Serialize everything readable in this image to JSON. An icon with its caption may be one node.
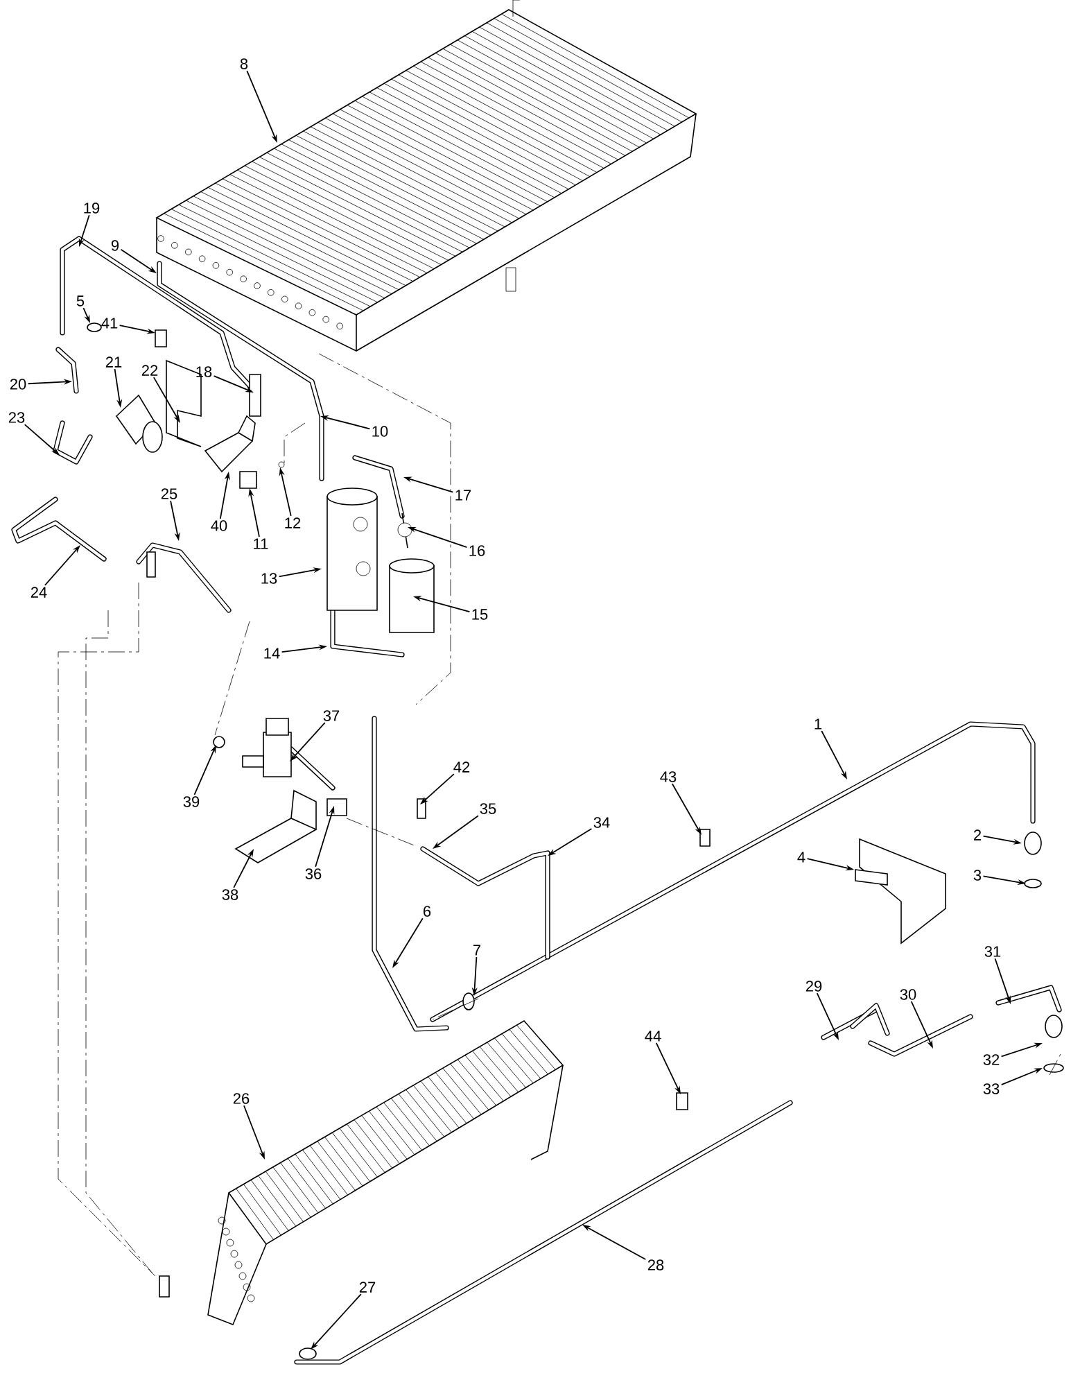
{
  "diagram": {
    "nodes": [
      {
        "text": [
          "8"
        ]
      },
      {
        "text": [
          "19"
        ]
      },
      {
        "text": [
          "9"
        ]
      },
      {
        "text": [
          "5"
        ]
      },
      {
        "text": [
          "41"
        ]
      },
      {
        "text": [
          "21"
        ]
      },
      {
        "text": [
          "20"
        ]
      },
      {
        "text": [
          "22"
        ]
      },
      {
        "text": [
          "18"
        ]
      },
      {
        "text": [
          "23"
        ]
      },
      {
        "text": [
          "10"
        ]
      },
      {
        "text": [
          "40"
        ]
      },
      {
        "text": [
          "11"
        ]
      },
      {
        "text": [
          "12"
        ]
      },
      {
        "text": [
          "17"
        ]
      },
      {
        "text": [
          "25"
        ]
      },
      {
        "text": [
          "13"
        ]
      },
      {
        "text": [
          "16"
        ]
      },
      {
        "text": [
          "24"
        ]
      },
      {
        "text": [
          "15"
        ]
      },
      {
        "text": [
          "14"
        ]
      },
      {
        "text": [
          "37"
        ]
      },
      {
        "text": [
          "39"
        ]
      },
      {
        "text": [
          "42"
        ]
      },
      {
        "text": [
          "1"
        ]
      },
      {
        "text": [
          "43"
        ]
      },
      {
        "text": [
          "35"
        ]
      },
      {
        "text": [
          "34"
        ]
      },
      {
        "text": [
          "2"
        ]
      },
      {
        "text": [
          "4"
        ]
      },
      {
        "text": [
          "3"
        ]
      },
      {
        "text": [
          "38"
        ]
      },
      {
        "text": [
          "36"
        ]
      },
      {
        "text": [
          "6"
        ]
      },
      {
        "text": [
          "7"
        ]
      },
      {
        "text": [
          "29"
        ]
      },
      {
        "text": [
          "31"
        ]
      },
      {
        "text": [
          "30"
        ]
      },
      {
        "text": [
          "44"
        ]
      },
      {
        "text": [
          "32"
        ]
      },
      {
        "text": [
          "33"
        ]
      },
      {
        "text": [
          "26"
        ]
      },
      {
        "text": [
          "27"
        ]
      },
      {
        "text": [
          "28"
        ]
      }
    ],
    "edges": [
      {
        "from": 0,
        "to": null,
        "arrow": "to"
      },
      {
        "from": 1,
        "to": null,
        "arrow": "to"
      },
      {
        "from": 2,
        "to": null,
        "arrow": "to"
      },
      {
        "from": 3,
        "to": null,
        "arrow": "to"
      },
      {
        "from": 4,
        "to": null,
        "arrow": "to"
      },
      {
        "from": 5,
        "to": null,
        "arrow": "to"
      },
      {
        "from": 6,
        "to": null,
        "arrow": "to"
      },
      {
        "from": 7,
        "to": null,
        "arrow": "to"
      },
      {
        "from": 8,
        "to": null,
        "arrow": "to"
      },
      {
        "from": 9,
        "to": null,
        "arrow": "to"
      },
      {
        "from": 10,
        "to": null,
        "arrow": "to"
      },
      {
        "from": 11,
        "to": null,
        "arrow": "to"
      },
      {
        "from": 12,
        "to": null,
        "arrow": "to"
      },
      {
        "from": 13,
        "to": null,
        "arrow": "to"
      },
      {
        "from": 14,
        "to": null,
        "arrow": "to"
      },
      {
        "from": 15,
        "to": null,
        "arrow": "to"
      },
      {
        "from": 16,
        "to": null,
        "arrow": "to"
      },
      {
        "from": 17,
        "to": null,
        "arrow": "to"
      },
      {
        "from": 18,
        "to": null,
        "arrow": "to"
      },
      {
        "from": 19,
        "to": null,
        "arrow": "to"
      },
      {
        "from": 20,
        "to": null,
        "arrow": "to"
      },
      {
        "from": 21,
        "to": null,
        "arrow": "to"
      },
      {
        "from": 22,
        "to": null,
        "arrow": "to"
      },
      {
        "from": 23,
        "to": null,
        "arrow": "to"
      },
      {
        "from": 24,
        "to": null,
        "arrow": "to"
      },
      {
        "from": 25,
        "to": null,
        "arrow": "to"
      },
      {
        "from": 26,
        "to": null,
        "arrow": "to"
      },
      {
        "from": 27,
        "to": null,
        "arrow": "to"
      },
      {
        "from": 28,
        "to": null,
        "arrow": "to"
      },
      {
        "from": 29,
        "to": null,
        "arrow": "to"
      },
      {
        "from": 30,
        "to": null,
        "arrow": "to"
      },
      {
        "from": 31,
        "to": null,
        "arrow": "to"
      },
      {
        "from": 32,
        "to": null,
        "arrow": "to"
      },
      {
        "from": 33,
        "to": null,
        "arrow": "to"
      },
      {
        "from": 34,
        "to": null,
        "arrow": "to"
      },
      {
        "from": 35,
        "to": null,
        "arrow": "to"
      },
      {
        "from": 36,
        "to": null,
        "arrow": "to"
      },
      {
        "from": 37,
        "to": null,
        "arrow": "to"
      },
      {
        "from": 38,
        "to": null,
        "arrow": "to"
      },
      {
        "from": 39,
        "to": null,
        "arrow": "to"
      },
      {
        "from": 40,
        "to": null,
        "arrow": "to"
      },
      {
        "from": 41,
        "to": null,
        "arrow": "to"
      },
      {
        "from": 42,
        "to": null,
        "arrow": "to"
      },
      {
        "from": 43,
        "to": null,
        "arrow": "to"
      }
    ]
  }
}
